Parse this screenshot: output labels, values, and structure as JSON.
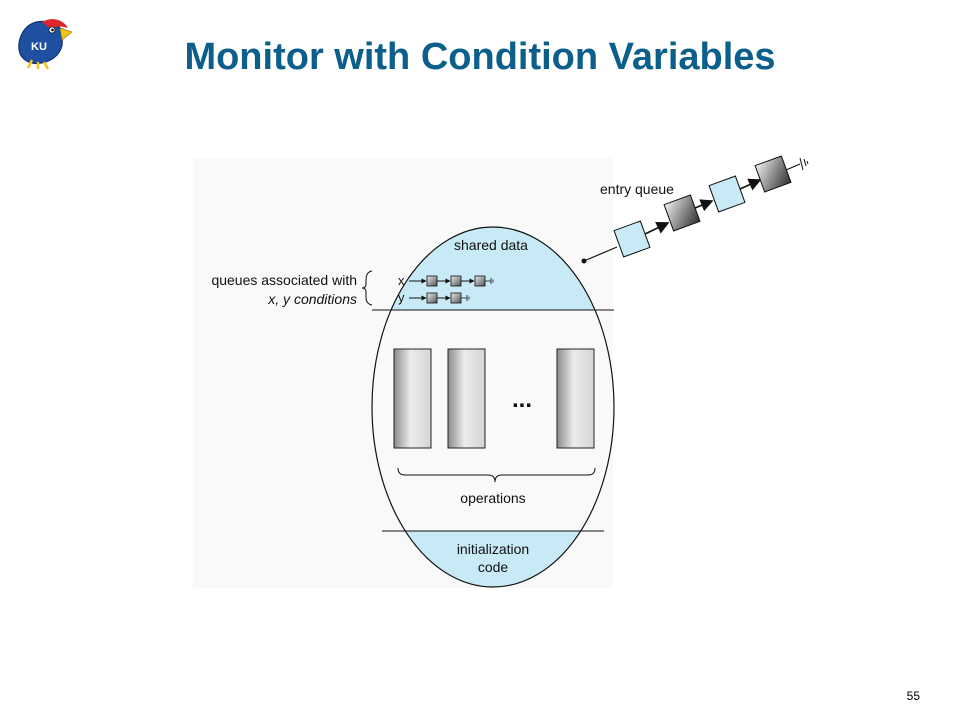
{
  "slide": {
    "title": "Monitor with Condition Variables",
    "page_number": "55"
  },
  "logo": {
    "icon": "jayhawk-mascot-icon",
    "text": "KU"
  },
  "diagram": {
    "shared_data_label": "shared data",
    "entry_queue_label": "entry queue",
    "queues_label_line1": "queues associated with",
    "queues_label_line2": "x, y conditions",
    "x_label": "x",
    "y_label": "y",
    "ellipsis": "...",
    "operations_label": "operations",
    "init_label_line1": "initialization",
    "init_label_line2": "code",
    "colors": {
      "region_fill": "#c8e9f6",
      "title": "#0b5f8a",
      "outline": "#111111"
    }
  }
}
